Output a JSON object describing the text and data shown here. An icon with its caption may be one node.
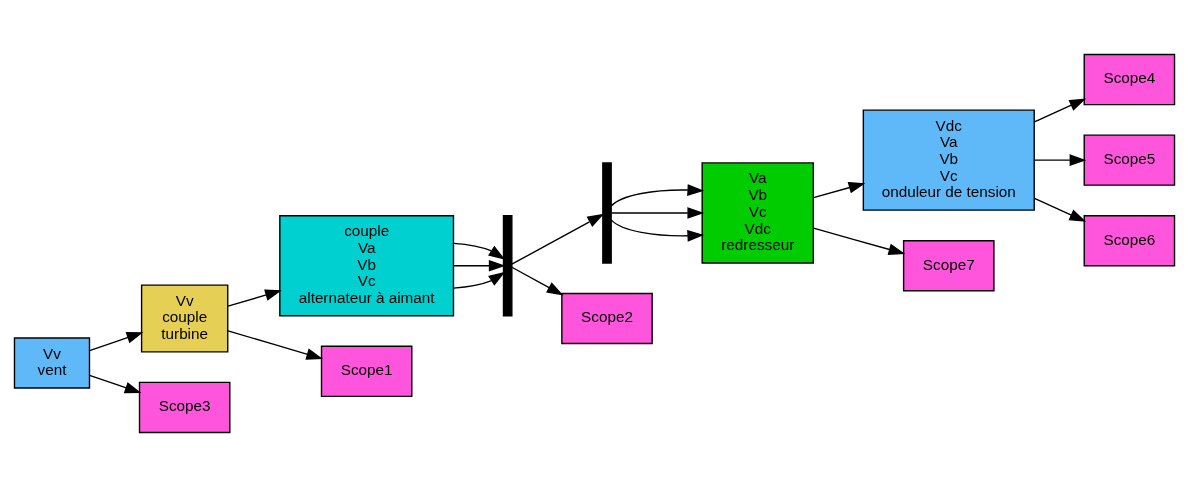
{
  "diagram": {
    "nodes": [
      {
        "text": [
          "Vv",
          "vent"
        ]
      },
      {
        "text": [
          "Vv",
          "couple",
          "turbine"
        ]
      },
      {
        "text": [
          "couple",
          "Va",
          "Vb",
          "Vc",
          "alternateur à aimant"
        ]
      },
      {
        "text": [],
        "shape": "bar"
      },
      {
        "text": [],
        "shape": "bar"
      },
      {
        "text": [
          "Va",
          "Vb",
          "Vc",
          "Vdc",
          "redresseur"
        ]
      },
      {
        "text": [
          "Vdc",
          "Va",
          "Vb",
          "Vc",
          "onduleur de tension"
        ]
      },
      {
        "text": [
          "Scope3"
        ]
      },
      {
        "text": [
          "Scope1"
        ]
      },
      {
        "text": [
          "Scope2"
        ]
      },
      {
        "text": [
          "Scope7"
        ]
      },
      {
        "text": [
          "Scope4"
        ]
      },
      {
        "text": [
          "Scope5"
        ]
      },
      {
        "text": [
          "Scope6"
        ]
      }
    ],
    "edges": [
      {
        "from": 0,
        "to": 1,
        "arrow": "to"
      },
      {
        "from": 0,
        "to": 7,
        "arrow": "to"
      },
      {
        "from": 1,
        "to": 2,
        "arrow": "to"
      },
      {
        "from": 1,
        "to": 8,
        "arrow": "to"
      },
      {
        "from": 2,
        "to": 3,
        "arrow": "to"
      },
      {
        "from": 2,
        "to": 3,
        "arrow": "to"
      },
      {
        "from": 2,
        "to": 3,
        "arrow": "to"
      },
      {
        "from": 3,
        "to": 4,
        "arrow": "to"
      },
      {
        "from": 3,
        "to": 9,
        "arrow": "to"
      },
      {
        "from": 4,
        "to": 5,
        "arrow": "to"
      },
      {
        "from": 4,
        "to": 5,
        "arrow": "to"
      },
      {
        "from": 4,
        "to": 5,
        "arrow": "to"
      },
      {
        "from": 5,
        "to": 6,
        "arrow": "to"
      },
      {
        "from": 5,
        "to": 10,
        "arrow": "to"
      },
      {
        "from": 6,
        "to": 11,
        "arrow": "to"
      },
      {
        "from": 6,
        "to": 12,
        "arrow": "to"
      },
      {
        "from": 6,
        "to": 13,
        "arrow": "to"
      }
    ]
  }
}
